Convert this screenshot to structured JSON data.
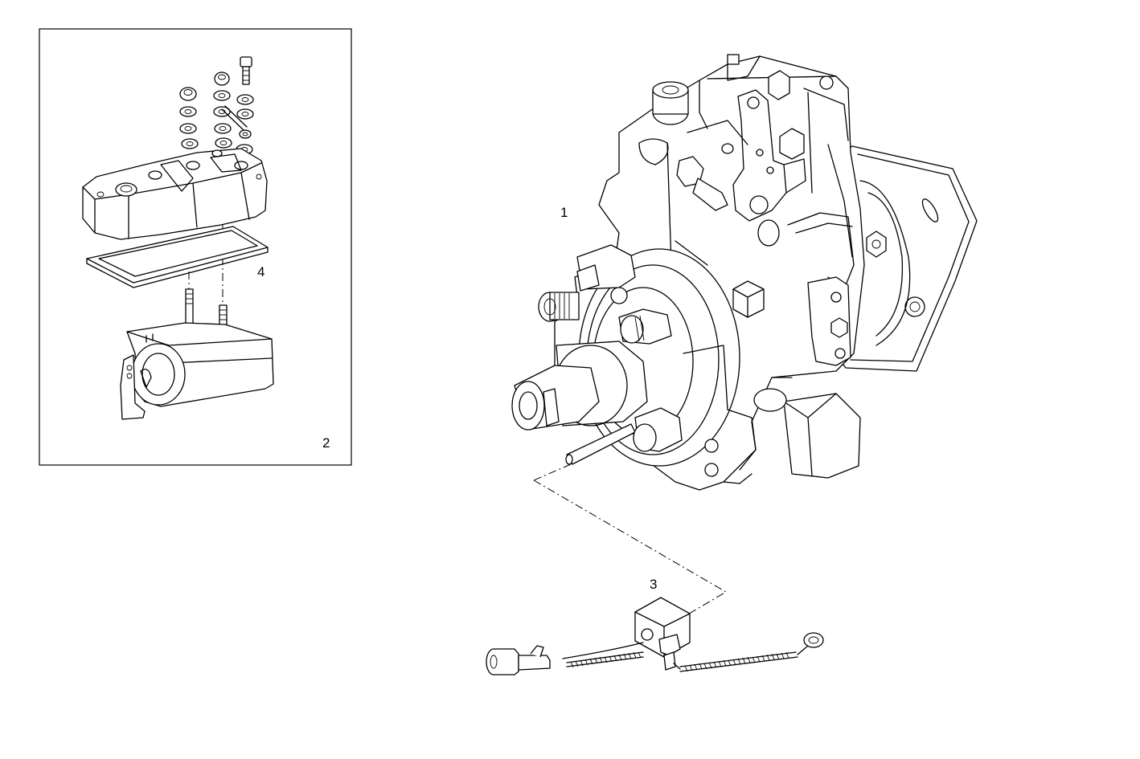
{
  "callouts": {
    "pump": "1",
    "inset_kit": "2",
    "solenoid": "3",
    "gasket": "4"
  },
  "colors": {
    "line": "#000000",
    "background": "#ffffff"
  }
}
